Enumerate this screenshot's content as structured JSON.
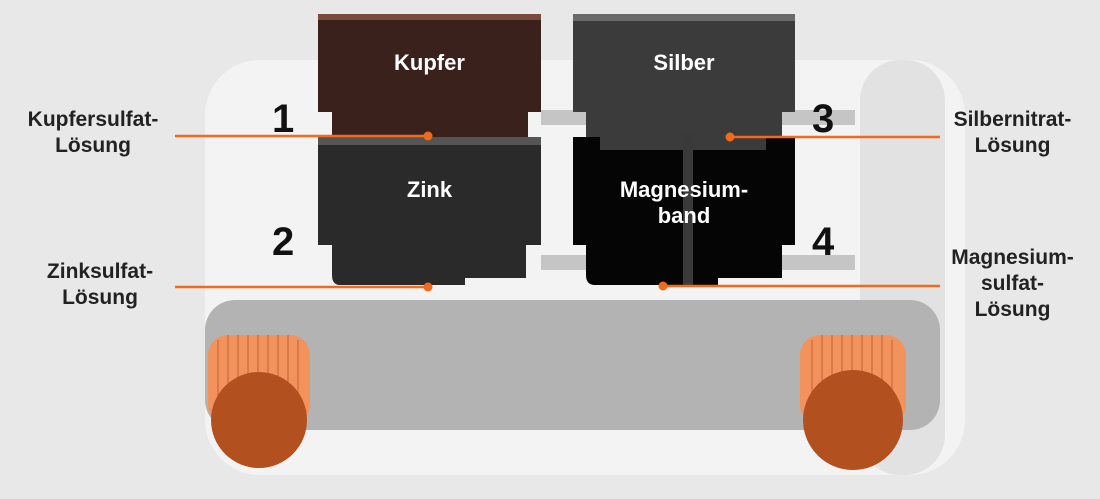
{
  "metals": {
    "copper": "Kupfer",
    "silver": "Silber",
    "zinc": "Zink",
    "magnesium": [
      "Magnesium-",
      "band"
    ]
  },
  "numbers": [
    "1",
    "2",
    "3",
    "4"
  ],
  "solutions": {
    "s1": [
      "Kupfersulfat-",
      "Lösung"
    ],
    "s2": [
      "Zinksulfat-",
      "Lösung"
    ],
    "s3": [
      "Silbernitrat-",
      "Lösung"
    ],
    "s4": [
      "Magnesium-",
      "sulfat-",
      "Lösung"
    ]
  },
  "colors": {
    "accent": "#f26a1b",
    "copper": "#3a211b",
    "silver": "#3b3b3b",
    "zinc": "#2a2a2a",
    "magnesium": "#050505"
  }
}
